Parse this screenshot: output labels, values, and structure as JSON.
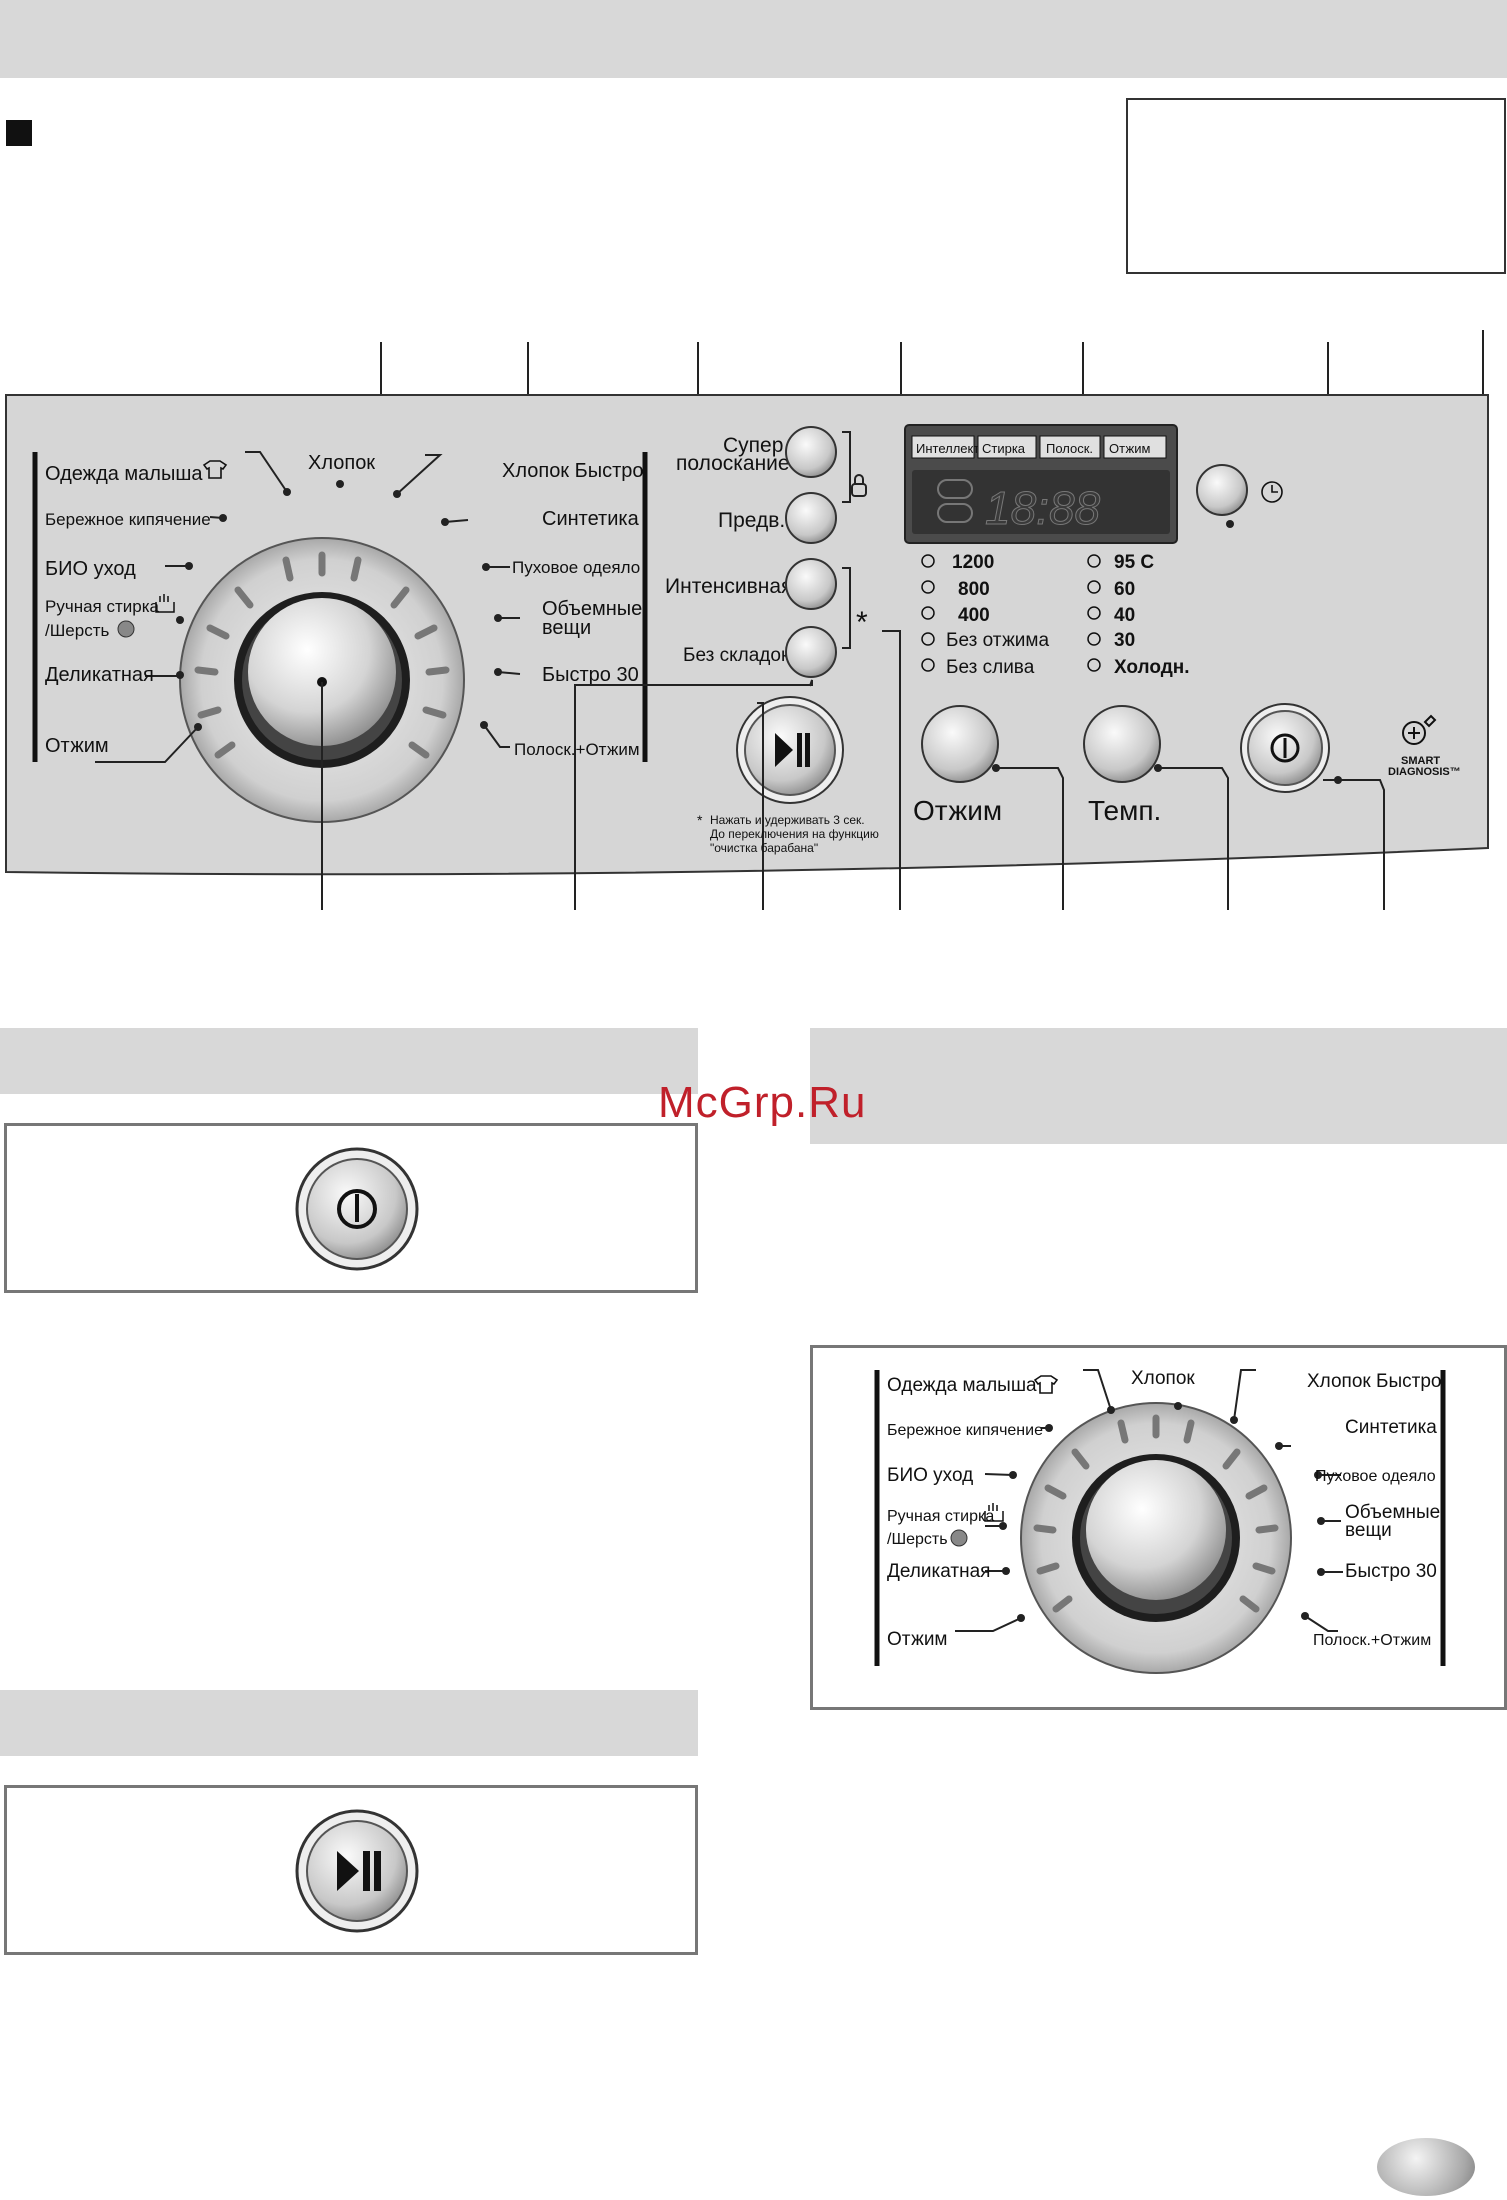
{
  "panel": {
    "dial_programs": {
      "left": [
        "Одежда малыша",
        "Бережное кипячение",
        "БИО уход",
        "Ручная стирка",
        "/Шерсть",
        "Деликатная",
        "Отжим"
      ],
      "top": "Хлопок",
      "right": [
        "Хлопок Быстро",
        "Синтетика",
        "Пуховое одеяло",
        "Объемные",
        "вещи",
        "Быстро 30",
        "Полоск.+Отжим"
      ]
    },
    "option_buttons": [
      "Супер",
      "полоскание",
      "Предв.",
      "Интенсивная",
      "Без складок"
    ],
    "display_tabs": [
      "Интеллект",
      "Стирка",
      "Полоск.",
      "Отжим"
    ],
    "display_digits": "18:88",
    "spin_options": [
      "1200",
      "800",
      "400",
      "Без отжима",
      "Без слива"
    ],
    "temp_options": [
      "95 C",
      "60",
      "40",
      "30",
      "Холодн."
    ],
    "star": "*",
    "note_lines": [
      "Нажать и удерживать 3 сек.",
      "До переключения на функцию",
      "\"очистка барабана\""
    ],
    "spin_button_label": "Отжим",
    "temp_button_label": "Темп.",
    "smart_diagnosis_lines": [
      "SMART",
      "DIAGNOSIS™"
    ]
  },
  "watermark": "McGrp.Ru",
  "colors": {
    "panel_bg": "#d6d6d6",
    "display_bg": "#555555",
    "bar_gray": "#d8d8d8",
    "watermark_red": "#c0202a"
  }
}
